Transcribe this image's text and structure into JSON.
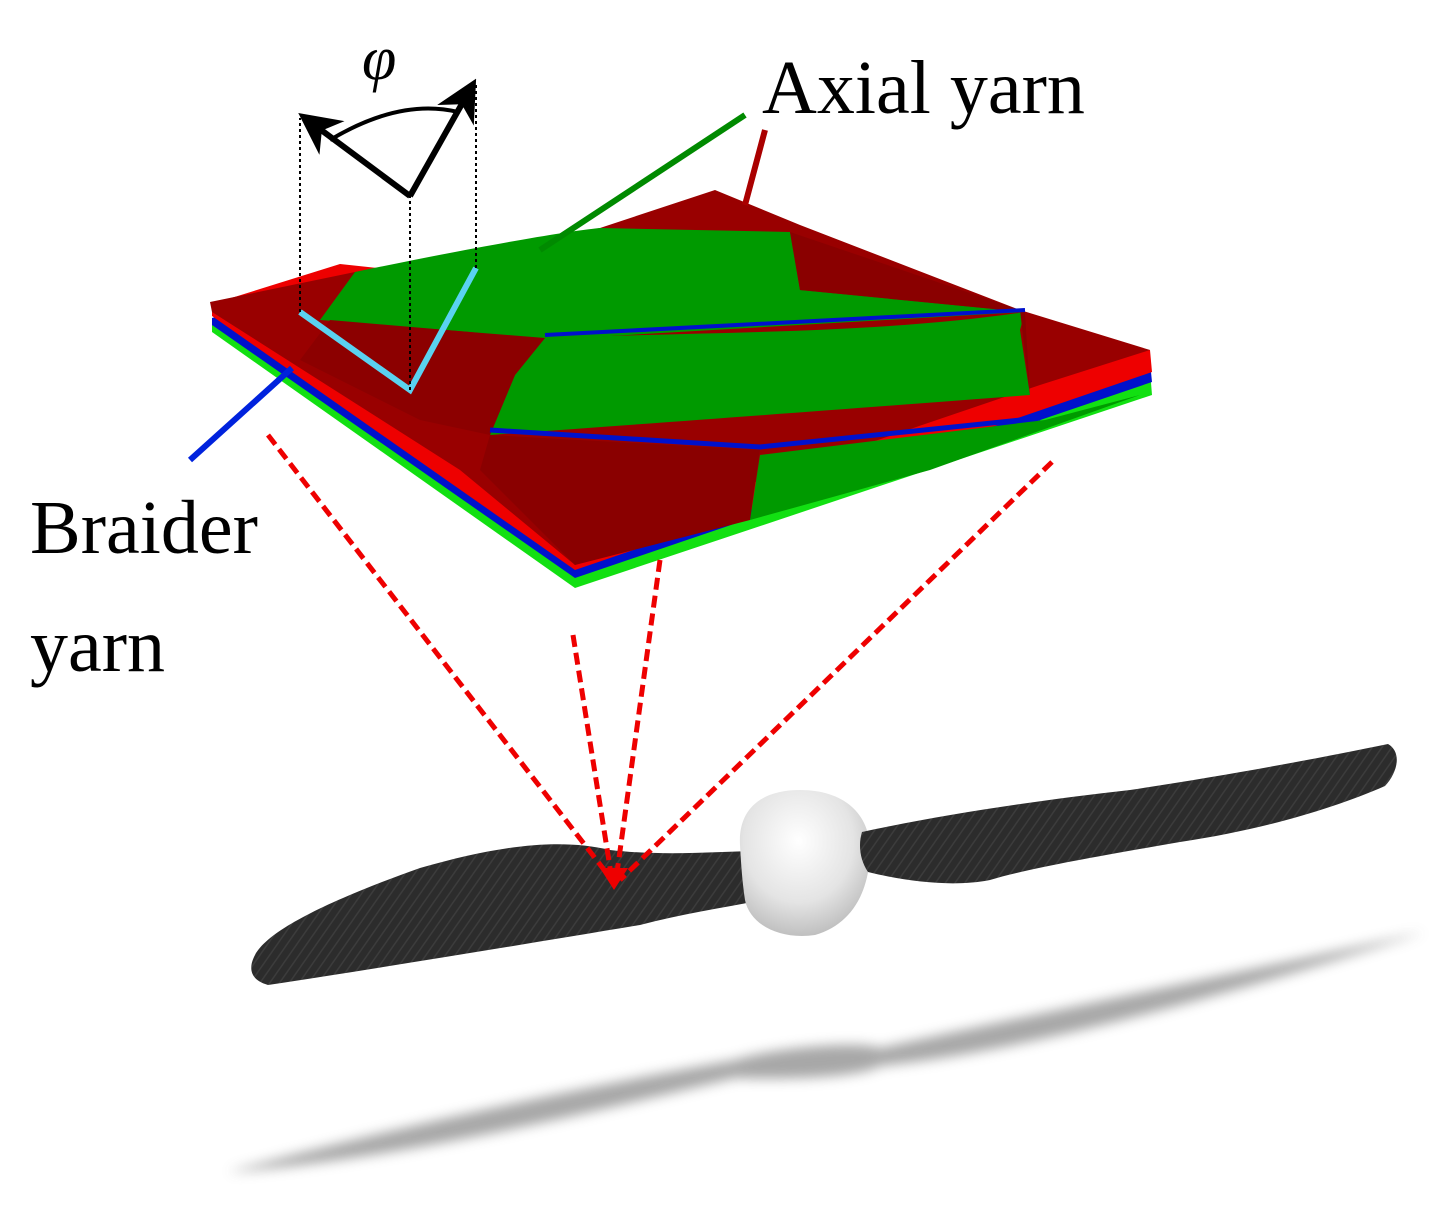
{
  "labels": {
    "angle_symbol": "φ",
    "axial": "Axial yarn",
    "braider_line1": "Braider",
    "braider_line2": "yarn"
  },
  "colors": {
    "axial_yarn": "#009900",
    "axial_yarn_light": "#11dd11",
    "braider_yarn_top": "#990000",
    "braider_yarn_edge": "#ee0000",
    "braider_yarn_lower": "#0000cc",
    "angle_guide": "#5ad2f0",
    "zoom_lines": "#ee0000",
    "propeller_blade": "#2b2b2b",
    "propeller_hub": "#e6e6e6"
  }
}
